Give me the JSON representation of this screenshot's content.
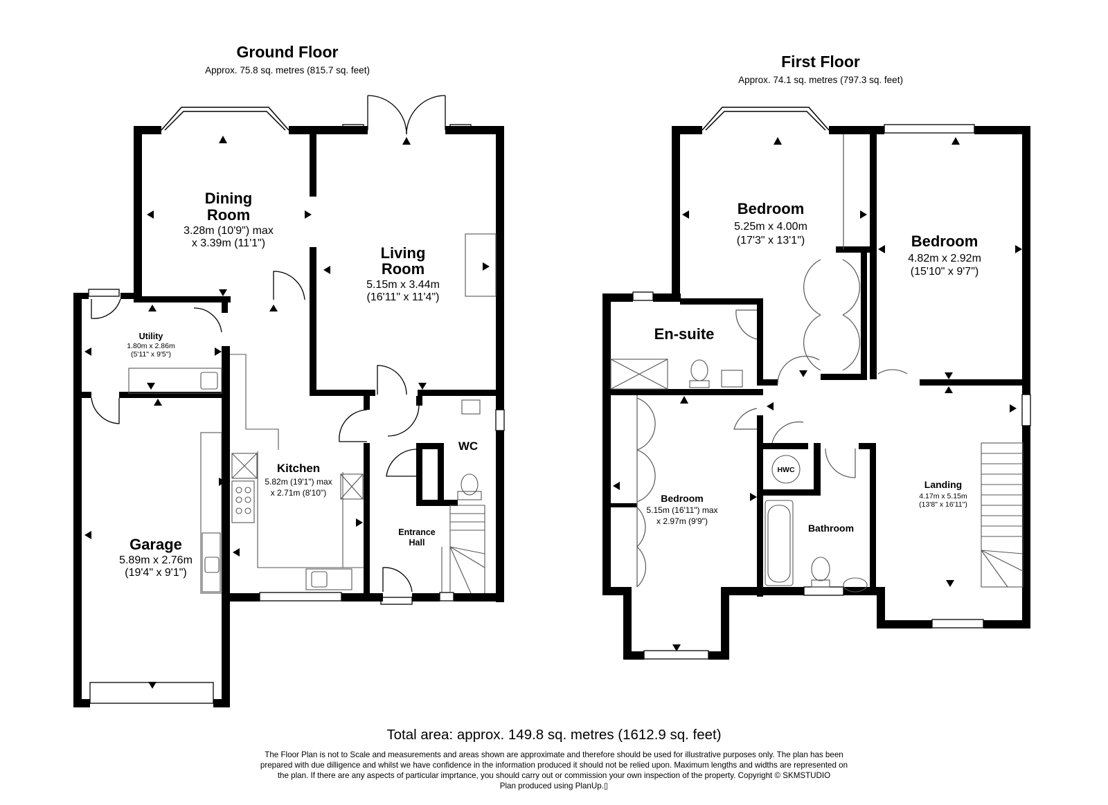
{
  "ground_floor": {
    "title": "Ground Floor",
    "area": "Approx. 75.8 sq. metres (815.7 sq. feet)",
    "rooms": {
      "dining": {
        "name1": "Dining",
        "name2": "Room",
        "dim1": "3.28m (10'9\") max",
        "dim2": "x 3.39m (11'1\")"
      },
      "living": {
        "name1": "Living",
        "name2": "Room",
        "dim1": "5.15m x 3.44m",
        "dim2": "(16'11\" x 11'4\")"
      },
      "utility": {
        "name": "Utility",
        "dim1": "1.80m x 2.86m",
        "dim2": "(5'11\" x 9'5\")"
      },
      "wc": {
        "name": "WC"
      },
      "kitchen": {
        "name": "Kitchen",
        "dim1": "5.82m (19'1\") max",
        "dim2": "x 2.71m (8'10\")"
      },
      "garage": {
        "name": "Garage",
        "dim1": "5.89m x 2.76m",
        "dim2": "(19'4\" x 9'1\")"
      },
      "hall": {
        "name1": "Entrance",
        "name2": "Hall"
      }
    }
  },
  "first_floor": {
    "title": "First Floor",
    "area": "Approx. 74.1 sq. metres (797.3 sq. feet)",
    "rooms": {
      "bedroom1": {
        "name": "Bedroom",
        "dim1": "5.25m x 4.00m",
        "dim2": "(17'3\" x 13'1\")"
      },
      "bedroom2": {
        "name": "Bedroom",
        "dim1": "4.82m x 2.92m",
        "dim2": "(15'10\" x 9'7\")"
      },
      "ensuite": {
        "name": "En-suite"
      },
      "bedroom3": {
        "name": "Bedroom",
        "dim1": "5.15m (16'11\") max",
        "dim2": "x 2.97m (9'9\")"
      },
      "hwc": {
        "name": "HWC"
      },
      "bathroom": {
        "name": "Bathroom"
      },
      "landing": {
        "name": "Landing",
        "dim1": "4.17m x 5.15m",
        "dim2": "(13'8\" x 16'11\")"
      }
    }
  },
  "total_area": "Total area: approx. 149.8 sq. metres (1612.9 sq. feet)",
  "disclaimer": [
    "The Floor Plan is not to Scale and measurements and areas shown are approximate and therefore should be used for illustrative purposes only. The plan has been",
    "prepared with due dilligence and whilst we have confidence in the information produced it should not be relied upon. Maximum lengths and widths are represented on",
    "the plan. If there are any aspects of particular imprtance, you should carry out or commission your own inspection of the property. Copyright © SKMSTUDIO",
    "Plan produced using PlanUp.▯"
  ],
  "colors": {
    "wall": "#000000",
    "background": "#ffffff",
    "fixture": "#555555"
  }
}
